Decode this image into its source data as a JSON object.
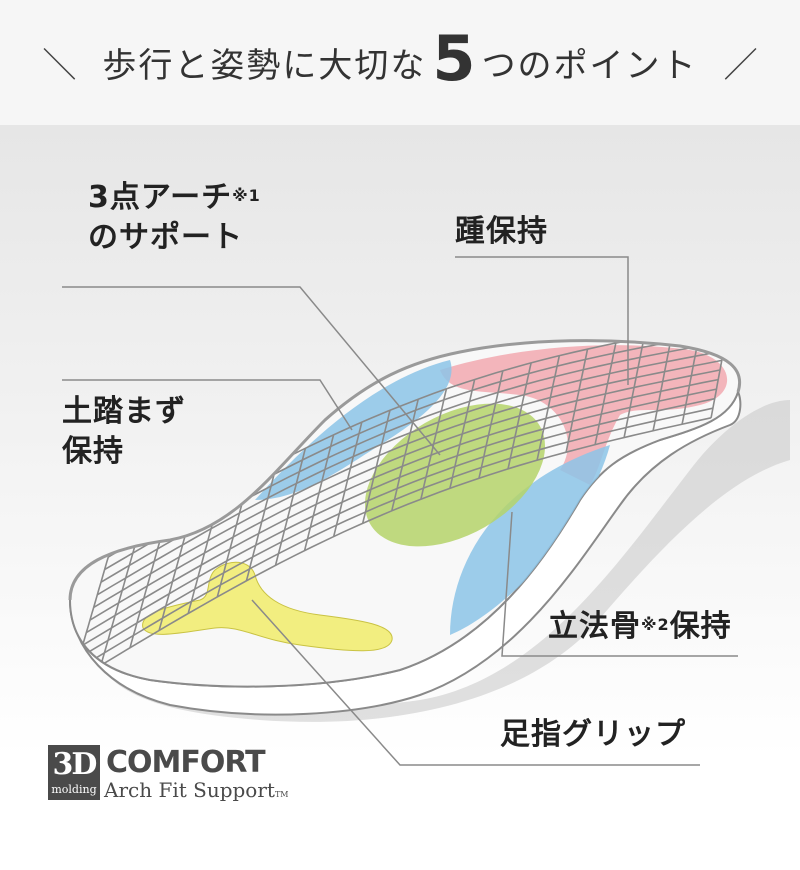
{
  "header": {
    "title_before": "歩行と姿勢に大切な",
    "number": "5",
    "title_after": "つのポイント",
    "slash_left": "＼",
    "slash_right": "／"
  },
  "labels": {
    "arch_line1": "3点アーチ",
    "arch_note": "※1",
    "arch_line2": "のサポート",
    "heel": "踵保持",
    "step_line1": "土踏まず",
    "step_line2": "保持",
    "cuboid": "立法骨",
    "cuboid_note": "※2",
    "cuboid_tail": "保持",
    "toe": "足指グリップ"
  },
  "logo": {
    "mark": "3D",
    "mark_sub": "molding",
    "name": "COMFORT",
    "tagline": "Arch Fit Support",
    "tm": "TM"
  },
  "colors": {
    "header_bg": "#f6f6f6",
    "heel_zone": "#f2a9b0",
    "arch_zone": "#8cc4e8",
    "center_zone": "#b5d46a",
    "toe_zone": "#f2ee7a",
    "grid": "#8a8a8a"
  }
}
